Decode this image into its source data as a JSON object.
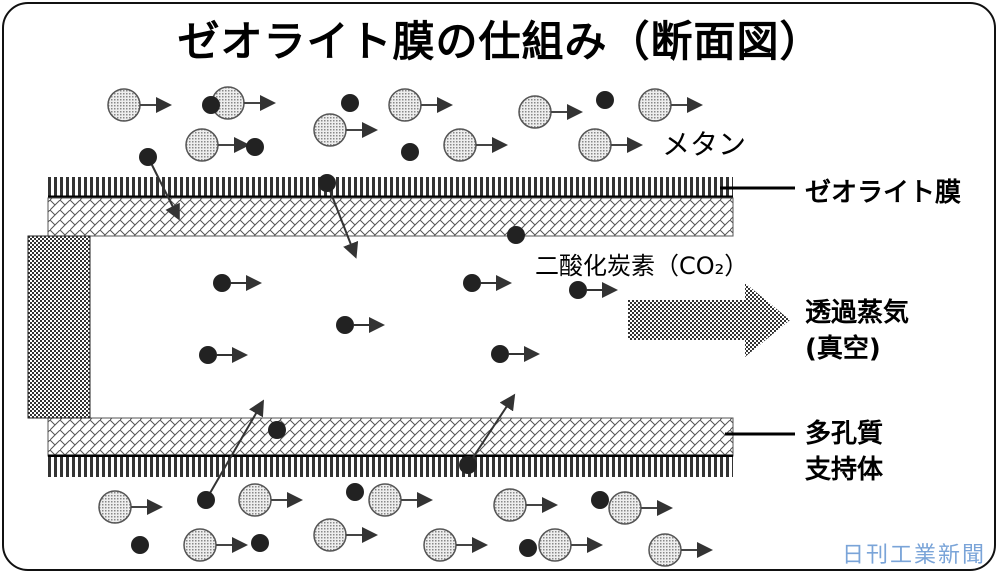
{
  "title": "ゼオライト膜の仕組み（断面図）",
  "labels": {
    "methane": "メタン",
    "zeolite_membrane": "ゼオライト膜",
    "co2": "二酸化炭素（CO₂）",
    "permeate_line1": "透過蒸気",
    "permeate_line2": "(真空)",
    "support_line1": "多孔質",
    "support_line2": "支持体"
  },
  "credit": "日刊工業新聞",
  "legend_items": [
    {
      "name": "methane-molecule",
      "description": "large light-gray circle"
    },
    {
      "name": "co2-molecule",
      "description": "small dark circle"
    }
  ]
}
